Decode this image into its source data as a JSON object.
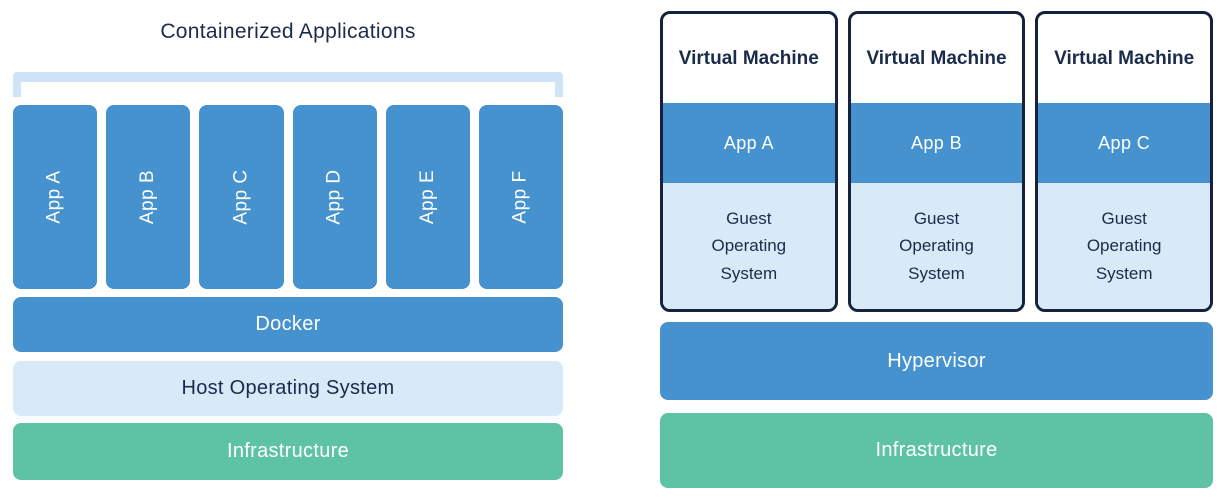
{
  "colors": {
    "blue": "#4592CE",
    "light_blue": "#D8E9F8",
    "bracket_blue": "#CEE4F6",
    "teal": "#5EC3A5",
    "navy": "#1B2B4A",
    "border_navy": "#15223C"
  },
  "containers_panel": {
    "title": "Containerized Applications",
    "apps": [
      "App A",
      "App B",
      "App C",
      "App D",
      "App E",
      "App F"
    ],
    "layers": [
      {
        "label": "Docker"
      },
      {
        "label": "Host Operating System"
      },
      {
        "label": "Infrastructure"
      }
    ]
  },
  "vm_panel": {
    "machines": [
      {
        "title": "Virtual Machine",
        "app": "App A",
        "os": "Guest Operating System"
      },
      {
        "title": "Virtual Machine",
        "app": "App B",
        "os": "Guest Operating System"
      },
      {
        "title": "Virtual Machine",
        "app": "App C",
        "os": "Guest Operating System"
      }
    ],
    "layers": [
      {
        "label": "Hypervisor"
      },
      {
        "label": "Infrastructure"
      }
    ]
  }
}
